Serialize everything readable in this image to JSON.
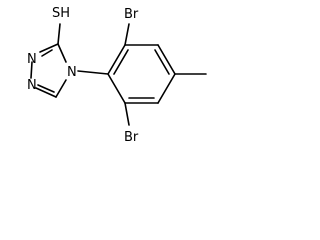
{
  "molecule": {
    "atom_labels": {
      "thiol": "SH",
      "ring_n_top": "N",
      "ring_n_bottom": "N",
      "ring_n_aryl": "N",
      "bromo_top": "Br",
      "bromo_bottom": "Br"
    }
  }
}
